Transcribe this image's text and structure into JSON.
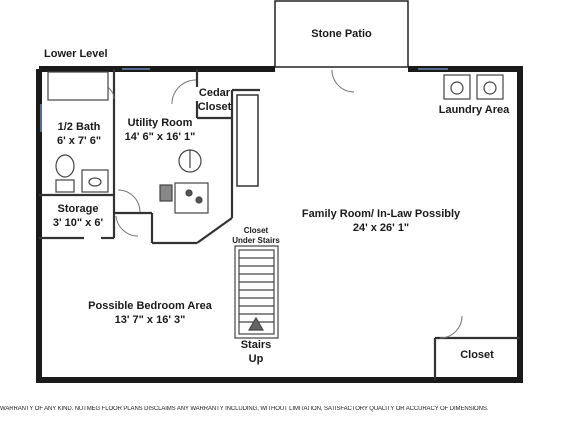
{
  "plan": {
    "level_title": "Lower Level",
    "rooms": {
      "stone_patio": "Stone Patio",
      "cedar_closet": [
        "Cedar",
        "Closet"
      ],
      "laundry_area": "Laundry Area",
      "half_bath": {
        "name": "1/2 Bath",
        "dims": "6' x 7' 6\""
      },
      "utility_room": {
        "name": "Utility Room",
        "dims": "14' 6\" x 16' 1\""
      },
      "storage": {
        "name": "Storage",
        "dims": "3' 10\" x 6'"
      },
      "family_room": {
        "name": "Family Room/ In-Law Possibly",
        "dims": "24' x 26' 1\""
      },
      "closet_under_stairs": [
        "Closet",
        "Under Stairs"
      ],
      "bedroom_area": {
        "name": "Possible Bedroom Area",
        "dims": "13' 7\" x 16' 3\""
      },
      "stairs": [
        "Stairs",
        "Up"
      ],
      "closet": "Closet"
    },
    "disclaimer": "WARRANTY OF ANY KIND. NUTMEG FLOOR PLANS DISCLAIMS ANY WARRANTY INCLUDING, WITHOUT LIMITATION, SATISFACTORY QUALITY OR ACCURACY OF DIMENSIONS."
  }
}
